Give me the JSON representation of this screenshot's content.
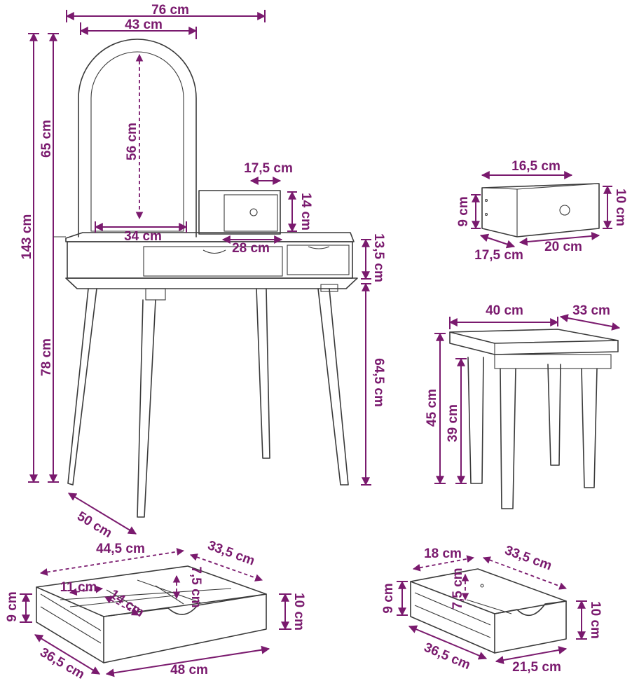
{
  "accent_color": "#7a1a6e",
  "line_color": "#3a3a3a",
  "dimensions": {
    "table_width": "76 cm",
    "mirror_width": "43 cm",
    "mirror_height": "56 cm",
    "mirror_inner_width": "34 cm",
    "mirror_total_height": "65 cm",
    "total_height": "143 cm",
    "table_height": "78 cm",
    "leg_height": "64,5 cm",
    "depth": "50 cm",
    "small_drawer_box_width": "17,5 cm",
    "small_drawer_box_height": "14 cm",
    "top_gap": "28 cm",
    "apron_height": "13,5 cm",
    "sd_width": "16,5 cm",
    "sd_depth": "17,5 cm",
    "sd_front": "20 cm",
    "sd_height_inner": "9 cm",
    "sd_height_outer": "10 cm",
    "stool_width": "40 cm",
    "stool_depth": "33 cm",
    "stool_height": "45 cm",
    "stool_leg": "39 cm",
    "bd_width": "44,5 cm",
    "bd_depth": "33,5 cm",
    "bd_comp_a": "11 cm",
    "bd_comp_b": "14 cm",
    "bd_comp_c": "7,5 cm",
    "bd_h_inner": "9 cm",
    "bd_h_outer": "10 cm",
    "bd_side": "36,5 cm",
    "bd_front": "48 cm",
    "md_width": "18 cm",
    "md_depth": "33,5 cm",
    "md_comp": "7,5 cm",
    "md_h_inner": "9 cm",
    "md_h_outer": "10 cm",
    "md_side": "36,5 cm",
    "md_front": "21,5 cm"
  }
}
